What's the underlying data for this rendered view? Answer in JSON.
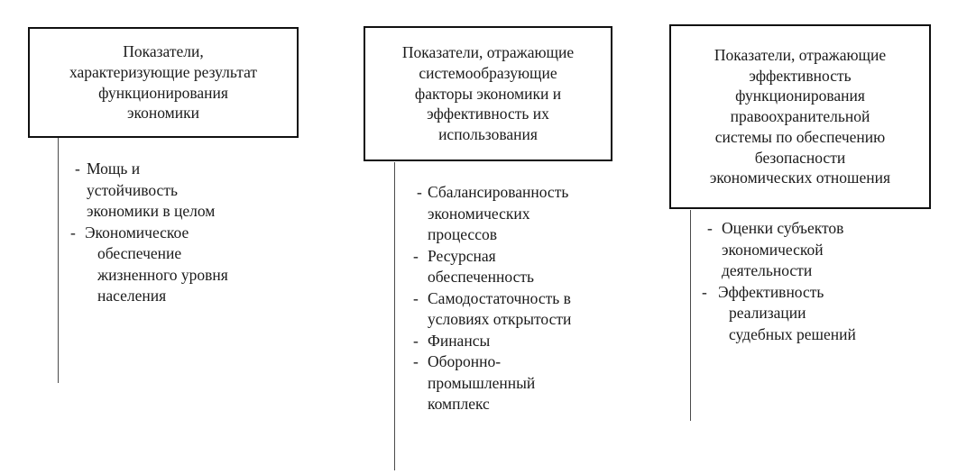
{
  "diagram": {
    "type": "three-column-classification-diagram",
    "language": "ru",
    "columns": [
      {
        "id": "column-1",
        "header": "Показатели,\nхарактеризующие результат\nфункционирования\nэкономики",
        "bullet_marker": "-",
        "items": [
          "Мощь и устойчивость экономики в целом",
          "Экономическое обеспечение жизненного уровня населения"
        ]
      },
      {
        "id": "column-2",
        "header": "Показатели, отражающие\nсистемообразующие\nфакторы экономики и\nэффективность их\nиспользования",
        "bullet_marker": "-",
        "items": [
          "Сбалансированность экономических процессов",
          "Ресурсная обеспеченность",
          "Самодостаточность в условиях открытости",
          "Финансы",
          "Оборонно-промышленный комплекс"
        ]
      },
      {
        "id": "column-3",
        "header": "Показатели, отражающие\nэффективность\nфункционирования\nправоохранительной\nсистемы по обеспечению\nбезопасности\nэкономических отношения",
        "bullet_marker": "-",
        "items": [
          "Оценки субъектов экономической деятельности",
          "Эффективность реализации судебных решений"
        ]
      }
    ],
    "colors": {
      "background": "#ffffff",
      "box_border": "#101010",
      "text": "#1b1b1b",
      "connector_line": "#4a4a4a"
    }
  }
}
